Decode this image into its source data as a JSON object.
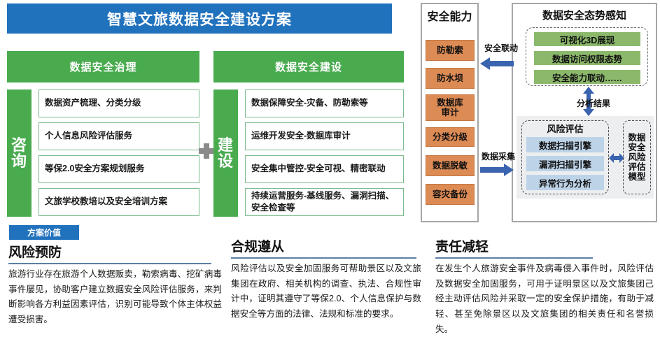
{
  "header": {
    "title": "智慧文旅数据安全建设方案"
  },
  "left": {
    "governance": {
      "head": "数据安全治理",
      "side_label": "咨询",
      "items": [
        "数据资产梳理、分类分级",
        "个人信息风险评估服务",
        "等保2.0安全方案规划服务",
        "文旅学校教培以及安全培训方案"
      ]
    },
    "construction": {
      "head": "数据安全建设",
      "side_label": "建设",
      "items": [
        "数据保障安全-灾备、防勒索等",
        "运维开发安全-数据库审计",
        "安全集中管控-安全可视、精密联动",
        "持续运营服务-基线服务、漏洞扫描、安全检查等"
      ]
    },
    "plus_icon": "plus-icon"
  },
  "right": {
    "capability": {
      "title": "安全能力",
      "items": [
        "防勒索",
        "防水坝",
        "数据库\n审计",
        "分类分级",
        "数据脱敏",
        "容灾备份"
      ]
    },
    "situation": {
      "title": "数据安全态势感知",
      "items": [
        "可视化3D展现",
        "数据访问权限态势",
        "安全能力联动……"
      ],
      "analysis_label": "分析结果",
      "risk": {
        "title": "风险评估",
        "items": [
          "数据扫描引擎",
          "漏洞扫描引擎",
          "异常行为分析"
        ]
      },
      "model_label": "数据安全风险评估模型"
    },
    "arrows": {
      "linkage_label": "安全联动",
      "collect_label": "数据采集"
    }
  },
  "bottom": {
    "badge": "方案价值",
    "sections": [
      {
        "title": "风险预防",
        "body": "旅游行业存在旅游个人数据贩卖，勒索病毒、挖矿病毒事件屡见，协助客户建立数据安全风险评估服务，来判断影响各方利益因素评估，识别可能导致个体主体权益遭受损害。"
      },
      {
        "title": "合规遵从",
        "body": "风险评估以及安全加固服务可帮助景区以及文旅集团在政府、相关机构的调查、执法、合规性审计中，证明其遵守了等保2.0、个人信息保护与数据安全等方面的法律、法规和标准的要求。"
      },
      {
        "title": "责任减轻",
        "body": "在发生个人旅游安全事件及病毒侵入事件时，风险评估及数据安全加固服务，可用于证明景区以及文旅集团己经主动评估风险并采取一定的安全保护措施，有助于减轻、甚至免除景区以及文旅集团的相关责任和名誉损失。"
      }
    ]
  },
  "colors": {
    "title_blue": "#2172bd",
    "green": "#49ab4e",
    "orange": "#dd8b55",
    "sa_green": "#8cb86b",
    "risk_blue": "#bdd3e8",
    "arrow_blue": "#3a63b0",
    "rule": "#5b7fa6"
  }
}
